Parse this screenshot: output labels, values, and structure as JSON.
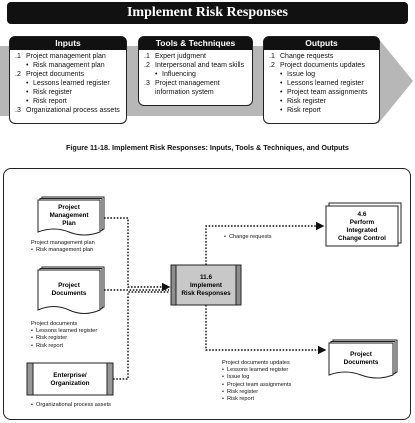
{
  "title": "Implement Risk Responses",
  "inputs": {
    "header": "Inputs",
    "items": [
      {
        "num": ".1",
        "text": "Project management plan",
        "subs": [
          "Risk management plan"
        ]
      },
      {
        "num": ".2",
        "text": "Project documents",
        "subs": [
          "Lessons learned register",
          "Risk register",
          "Risk report"
        ]
      },
      {
        "num": ".3",
        "text": "Organizational process assets",
        "subs": []
      }
    ]
  },
  "tools": {
    "header": "Tools & Techniques",
    "items": [
      {
        "num": ".1",
        "text": "Expert judgment",
        "subs": []
      },
      {
        "num": ".2",
        "text": "Interpersonal and team skills",
        "subs": [
          "Influencing"
        ]
      },
      {
        "num": ".3",
        "text": "Project management",
        "cont": "information system",
        "subs": []
      }
    ]
  },
  "outputs": {
    "header": "Outputs",
    "items": [
      {
        "num": ".1",
        "text": "Change requests",
        "subs": []
      },
      {
        "num": ".2",
        "text": "Project documents updates",
        "subs": [
          "Issue log",
          "Lessons learned register",
          "Project team assignments",
          "Risk register",
          "Risk report"
        ]
      }
    ]
  },
  "caption": "Figure 11-18. Implement Risk Responses: Inputs, Tools & Techniques, and Outputs",
  "diagram": {
    "pmp_doc": [
      "Project",
      "Management",
      "Plan"
    ],
    "pmp_label": "Project management plan",
    "pmp_items": [
      "Risk management plan"
    ],
    "pd_doc": [
      "Project",
      "Documents"
    ],
    "pd_label": "Project documents",
    "pd_items": [
      "Lessons learned register",
      "Risk register",
      "Risk report"
    ],
    "ent_doc": [
      "Enterprise/",
      "Organization"
    ],
    "ent_items": [
      "Organizational process assets"
    ],
    "process": [
      "11.6",
      "Implement",
      "Risk Responses"
    ],
    "change_label": "Change requests",
    "pic_box": [
      "4.6",
      "Perform",
      "Integrated",
      "Change Control"
    ],
    "out_doc": [
      "Project",
      "Documents"
    ],
    "updates_label": "Project documents updates",
    "updates_items": [
      "Lessons learned register",
      "Issue log",
      "Project team assignments",
      "Risk register",
      "Risk report"
    ]
  }
}
